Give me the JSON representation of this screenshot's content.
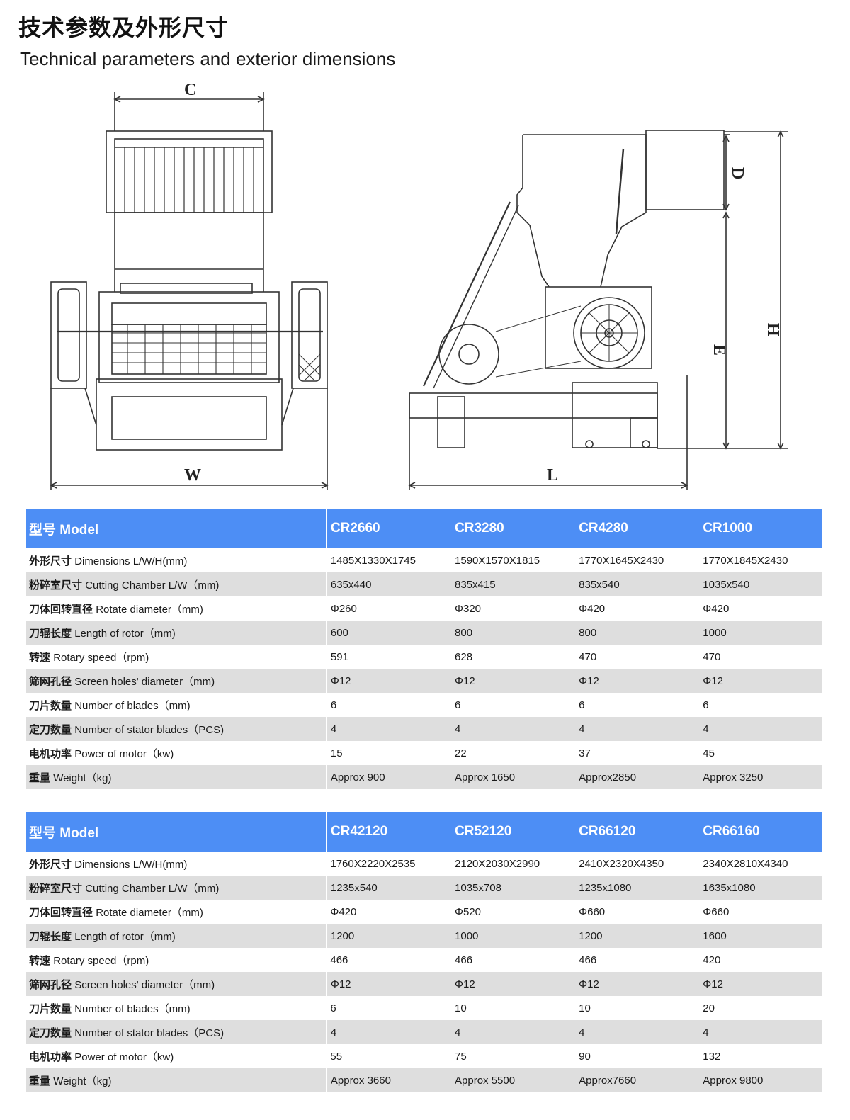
{
  "header": {
    "title_cn": "技术参数及外形尺寸",
    "title_en": "Technical parameters and exterior dimensions"
  },
  "drawing": {
    "dim_labels": {
      "c": "C",
      "w": "W",
      "d": "D",
      "e": "E",
      "h": "H",
      "l": "L"
    }
  },
  "table1": {
    "header": {
      "label_cn": "型号",
      "label_en": "Model",
      "models": [
        "CR2660",
        "CR3280",
        "CR4280",
        "CR1000"
      ]
    },
    "rows": [
      {
        "cn": "外形尺寸",
        "en": "Dimensions L/W/H(mm)",
        "values": [
          "1485X1330X1745",
          "1590X1570X1815",
          "1770X1645X2430",
          "1770X1845X2430"
        ]
      },
      {
        "cn": "粉碎室尺寸",
        "en": "Cutting Chamber L/W（mm)",
        "values": [
          "635x440",
          "835x415",
          "835x540",
          "1035x540"
        ]
      },
      {
        "cn": "刀体回转直径",
        "en": "Rotate diameter（mm)",
        "values": [
          "Φ260",
          "Φ320",
          "Φ420",
          "Φ420"
        ]
      },
      {
        "cn": "刀辊长度",
        "en": "Length of rotor（mm)",
        "values": [
          "600",
          "800",
          "800",
          "1000"
        ]
      },
      {
        "cn": "转速",
        "en": "Rotary speed（rpm)",
        "values": [
          "591",
          "628",
          "470",
          "470"
        ]
      },
      {
        "cn": "筛网孔径",
        "en": "Screen holes' diameter（mm)",
        "values": [
          "Φ12",
          "Φ12",
          "Φ12",
          "Φ12"
        ]
      },
      {
        "cn": "刀片数量",
        "en": "Number of blades（mm)",
        "values": [
          "6",
          "6",
          "6",
          "6"
        ]
      },
      {
        "cn": "定刀数量",
        "en": "Number of stator blades（PCS)",
        "values": [
          "4",
          "4",
          "4",
          "4"
        ]
      },
      {
        "cn": "电机功率",
        "en": "Power of motor（kw)",
        "values": [
          "15",
          "22",
          "37",
          "45"
        ]
      },
      {
        "cn": "重量",
        "en": "Weight（kg)",
        "values": [
          "Approx 900",
          "Approx 1650",
          "Approx2850",
          "Approx 3250"
        ]
      }
    ]
  },
  "table2": {
    "header": {
      "label_cn": "型号",
      "label_en": "Model",
      "models": [
        "CR42120",
        "CR52120",
        "CR66120",
        "CR66160"
      ]
    },
    "rows": [
      {
        "cn": "外形尺寸",
        "en": "Dimensions L/W/H(mm)",
        "values": [
          "1760X2220X2535",
          "2120X2030X2990",
          "2410X2320X4350",
          "2340X2810X4340"
        ]
      },
      {
        "cn": "粉碎室尺寸",
        "en": "Cutting Chamber L/W（mm)",
        "values": [
          "1235x540",
          "1035x708",
          "1235x1080",
          "1635x1080"
        ]
      },
      {
        "cn": "刀体回转直径",
        "en": "Rotate diameter（mm)",
        "values": [
          "Φ420",
          "Φ520",
          "Φ660",
          "Φ660"
        ]
      },
      {
        "cn": "刀辊长度",
        "en": "Length of rotor（mm)",
        "values": [
          "1200",
          "1000",
          "1200",
          "1600"
        ]
      },
      {
        "cn": "转速",
        "en": "Rotary speed（rpm)",
        "values": [
          "466",
          "466",
          "466",
          "420"
        ]
      },
      {
        "cn": "筛网孔径",
        "en": "Screen holes' diameter（mm)",
        "values": [
          "Φ12",
          "Φ12",
          "Φ12",
          "Φ12"
        ]
      },
      {
        "cn": "刀片数量",
        "en": "Number of blades（mm)",
        "values": [
          "6",
          "10",
          "10",
          "20"
        ]
      },
      {
        "cn": "定刀数量",
        "en": "Number of stator blades（PCS)",
        "values": [
          "4",
          "4",
          "4",
          "4"
        ]
      },
      {
        "cn": "电机功率",
        "en": "Power of motor（kw)",
        "values": [
          "55",
          "75",
          "90",
          "132"
        ]
      },
      {
        "cn": "重量",
        "en": "Weight（kg)",
        "values": [
          "Approx 3660",
          "Approx 5500",
          "Approx7660",
          "Approx 9800"
        ]
      }
    ]
  }
}
